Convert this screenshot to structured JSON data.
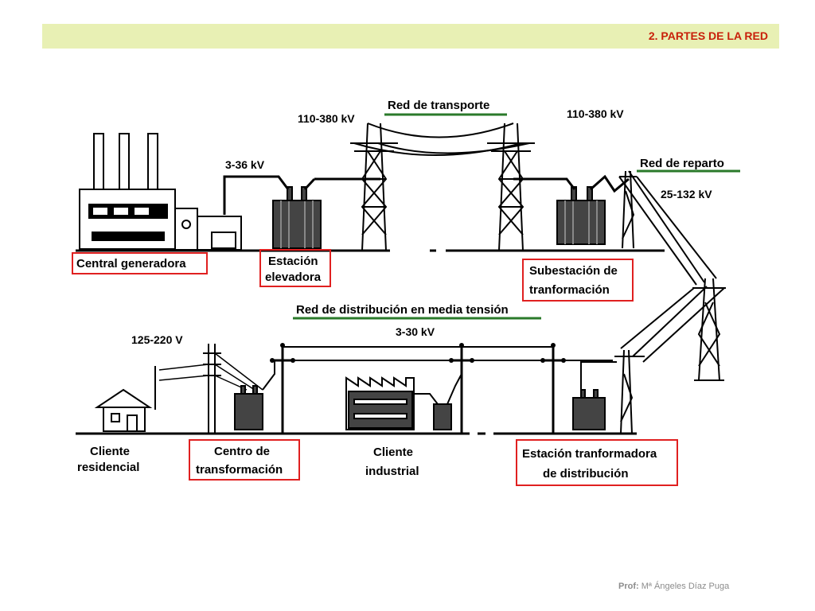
{
  "header": {
    "title": "2. PARTES DE LA RED"
  },
  "footer": {
    "prefix": "Prof:",
    "author": "Mª Ángeles Díaz Puga"
  },
  "diagram": {
    "sections": {
      "transport": "Red de transporte",
      "reparto": "Red de reparto",
      "distribucion": "Red de distribución en media tensión"
    },
    "voltages": {
      "gen": "3-36 kV",
      "transport_left": "110-380 kV",
      "transport_right": "110-380 kV",
      "reparto": "25-132  kV",
      "media": "3-30 kV",
      "baja": "125-220  V"
    },
    "labels": {
      "central": "Central generadora",
      "estacion_line1": "Estación",
      "estacion_line2": "elevadora",
      "subestacion_line1": "Subestación de",
      "subestacion_line2": "tranformación",
      "cliente_res_line1": "Cliente",
      "cliente_res_line2": "residencial",
      "centro_line1": "Centro de",
      "centro_line2": "transformación",
      "cliente_ind_line1": "Cliente",
      "cliente_ind_line2": "industrial",
      "estacion_dist_line1": "Estación tranformadora",
      "estacion_dist_line2": "de distribución"
    }
  }
}
